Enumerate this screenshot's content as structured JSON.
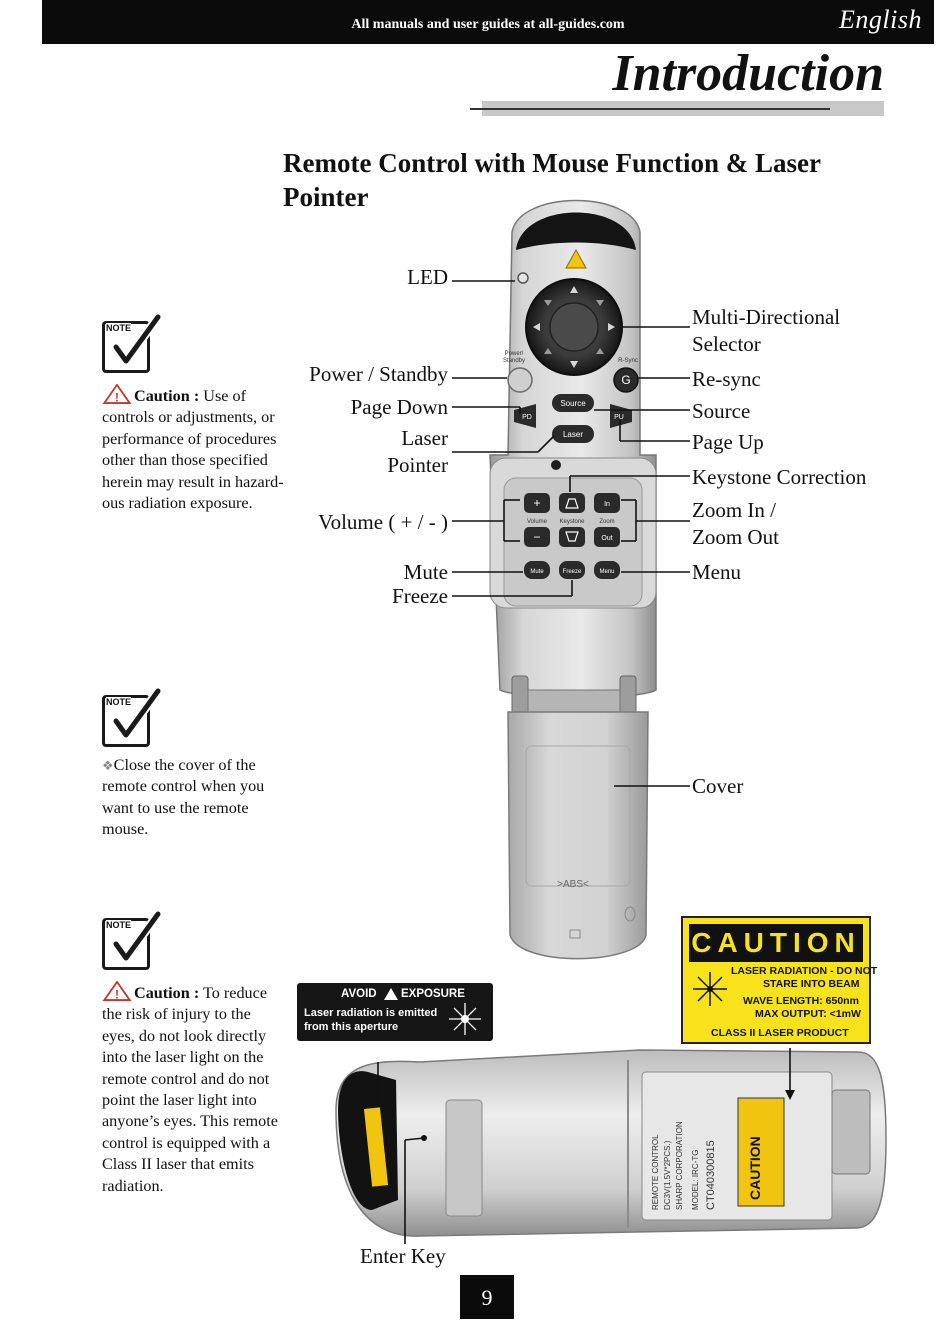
{
  "header": {
    "banner": "All manuals and user guides at all-guides.com",
    "language": "English",
    "title": "Introduction"
  },
  "heading": "Remote Control with Mouse Function & Laser Pointer",
  "notes": [
    {
      "caution_prefix": "Caution :",
      "text": "Use of controls or adjustments, or performance of procedures other than those specified herein may result in hazard-ous radiation exposure."
    },
    {
      "bullet": "❖",
      "text": "Close the cover of the remote control when you want to use the remote mouse."
    },
    {
      "caution_prefix": "Caution :",
      "text": "To reduce the risk of injury to the eyes, do not look directly into the laser light on the remote control and do not point the laser light into anyone’s eyes. This remote control is equipped with a Class II laser  that emits radiation."
    }
  ],
  "note_icon_label": "NOTE",
  "callouts_left": {
    "led": "LED",
    "power_standby": "Power / Standby",
    "page_down": "Page Down",
    "laser_pointer": [
      "Laser",
      "Pointer"
    ],
    "volume": "Volume ( + / - )",
    "mute": "Mute",
    "freeze": "Freeze",
    "enter_key": "Enter Key"
  },
  "callouts_right": {
    "multi_directional": [
      "Multi-Directional",
      "Selector"
    ],
    "resync": "Re-sync",
    "source": "Source",
    "page_up": "Page Up",
    "keystone": "Keystone Correction",
    "zoom": [
      "Zoom In /",
      "Zoom Out"
    ],
    "menu": "Menu",
    "cover": "Cover"
  },
  "remote_buttons": {
    "power": "Power/ Standby",
    "resync": "R-Sync",
    "source": "Source",
    "laser": "Laser",
    "pd": "PD",
    "pu": "PU",
    "plus": "+",
    "minus": "−",
    "in": "In",
    "out": "Out",
    "volume": "Volume",
    "keystone": "Keystone",
    "zoom": "Zoom",
    "mute": "Mute",
    "freeze": "Freeze",
    "menu": "Menu",
    "cover_mark": ">ABS<"
  },
  "caution_label": {
    "title": "CAUTION",
    "line1": "LASER RADIATION - DO NOT",
    "line2": "STARE INTO BEAM",
    "line3": "WAVE LENGTH: 650nm",
    "line4": "MAX OUTPUT: <1mW",
    "line5": "CLASS II LASER PRODUCT"
  },
  "avoid_label": {
    "word1": "AVOID",
    "word2": "EXPOSURE",
    "text": "Laser radiation is emitted from this aperture"
  },
  "page_number": "9"
}
